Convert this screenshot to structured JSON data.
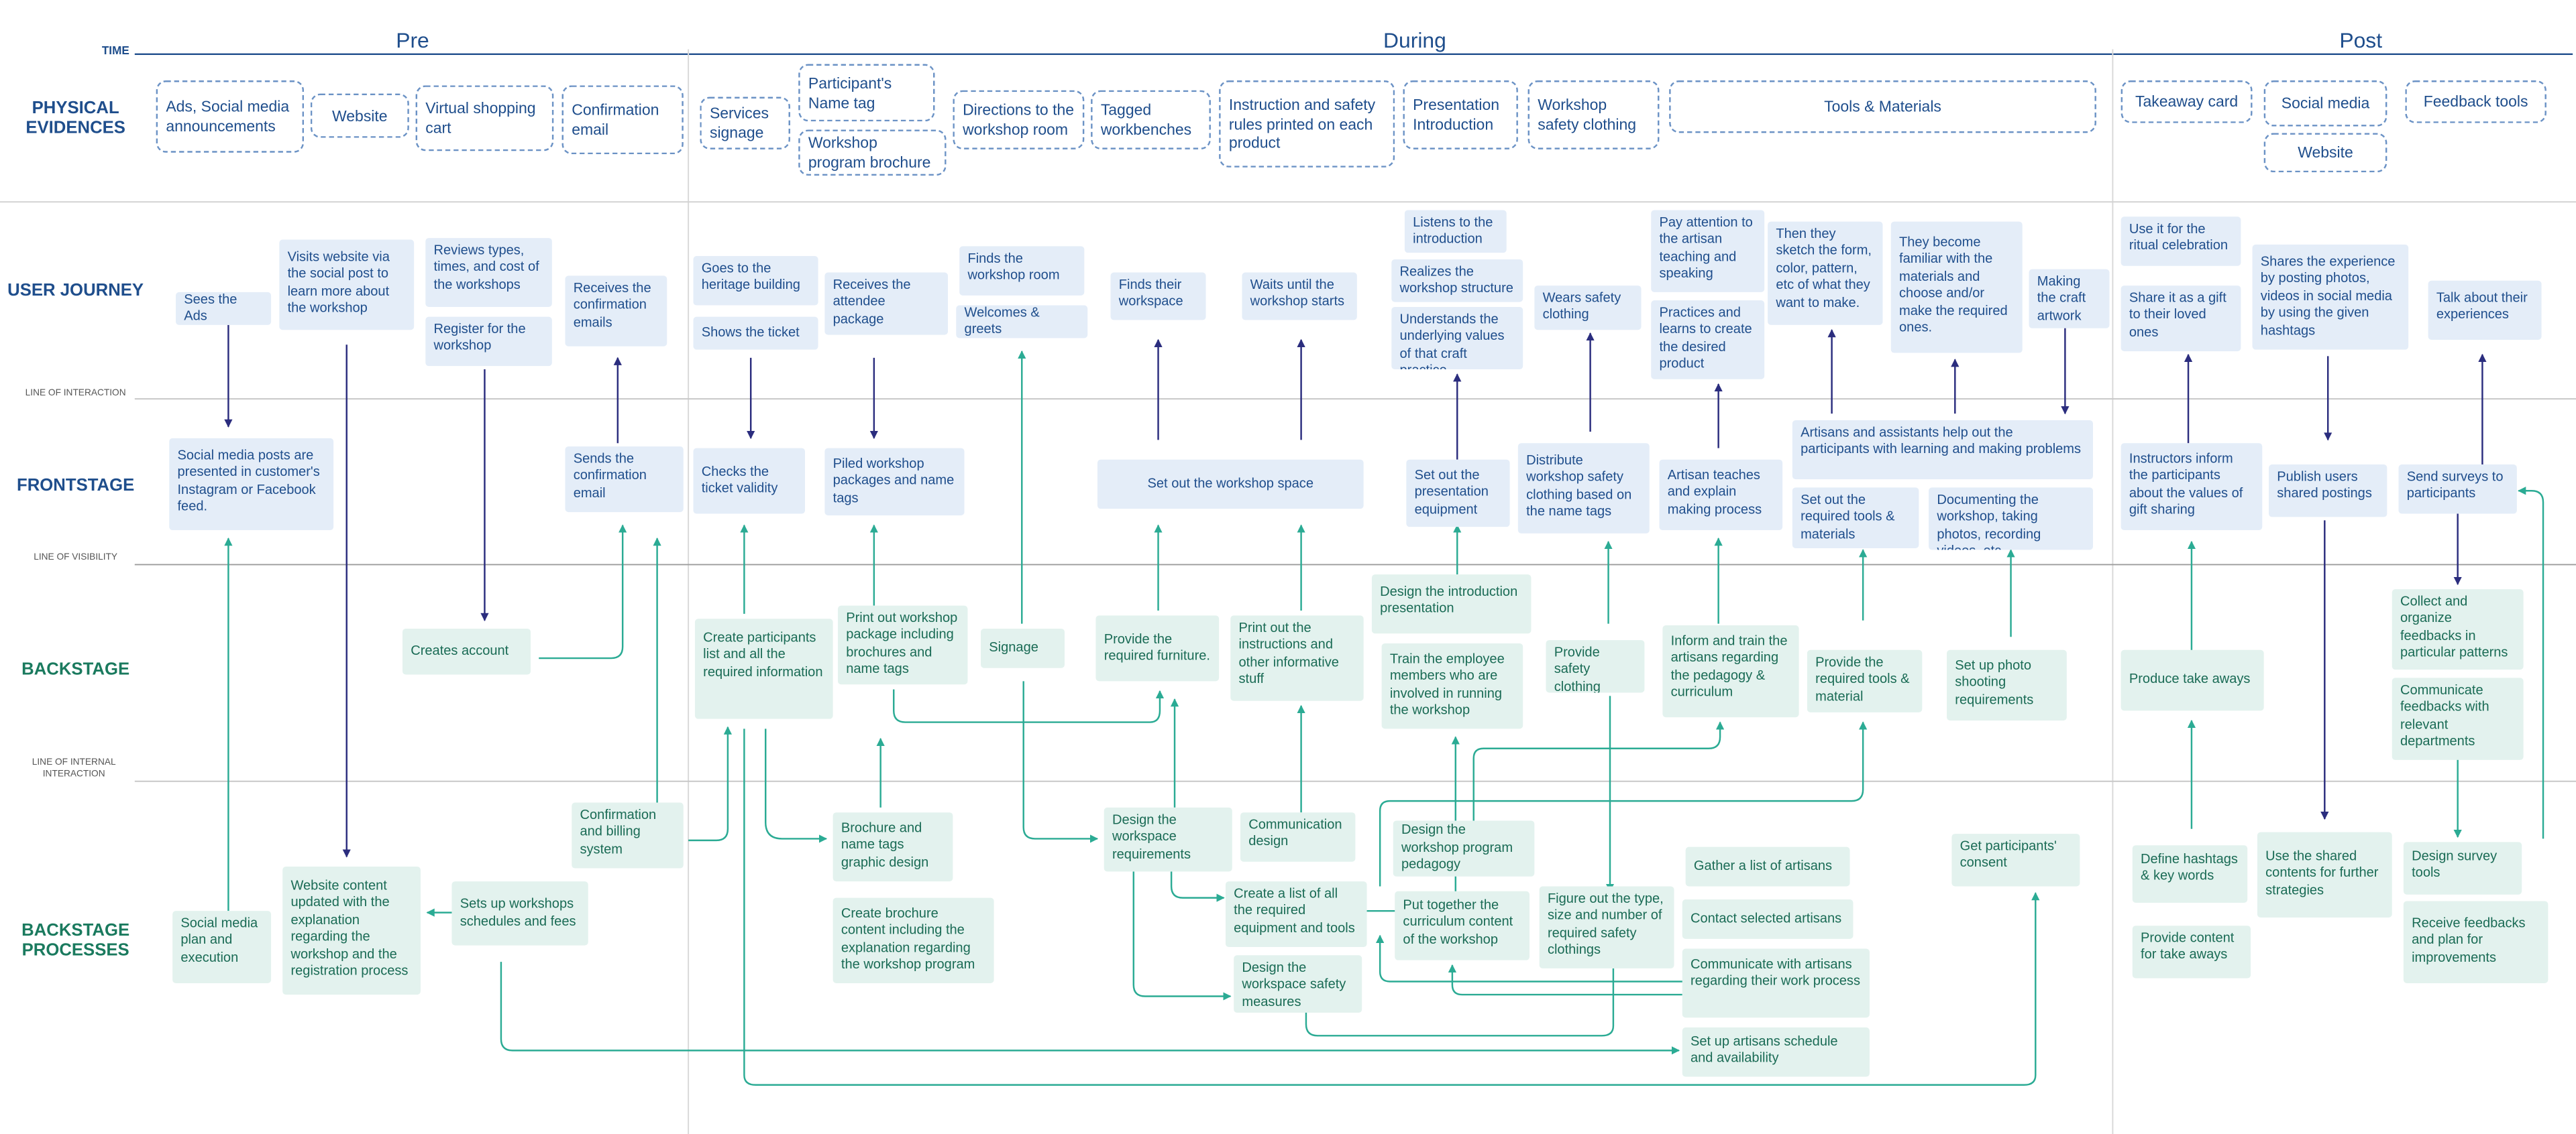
{
  "colors": {
    "user_accent": "#1f4e8c",
    "backstage_accent": "#1a7a5e",
    "user_card": "#e4edf8",
    "backstage_card": "#e3f2ee",
    "connector_teal": "#2bab94",
    "connector_navy": "#2b2d7e"
  },
  "phases": {
    "pre": "Pre",
    "during": "During",
    "post": "Post",
    "time_label": "TIME"
  },
  "lanes": {
    "physical": "PHYSICAL EVIDENCES",
    "user_journey": "USER JOURNEY",
    "frontstage": "FRONTSTAGE",
    "backstage": "BACKSTAGE",
    "processes": "BACKSTAGE PROCESSES"
  },
  "rules": {
    "interaction": "LINE OF INTERACTION",
    "visibility": "LINE OF VISIBILITY",
    "internal": "LINE OF INTERNAL INTERACTION"
  },
  "physical": {
    "ads": "Ads, Social media announcements",
    "website": "Website",
    "virtual_cart": "Virtual shopping cart",
    "confirmation_email": "Confirmation email",
    "services_signage": "Services signage",
    "name_tag": "Participant's Name tag",
    "program_brochure": "Workshop program brochure",
    "directions": "Directions to the workshop room",
    "tagged_benches": "Tagged workbenches",
    "safety_rules": "Instruction and safety rules printed on each product",
    "presentation": "Presentation Introduction",
    "safety_clothing": "Workshop safety clothing",
    "tools": "Tools & Materials",
    "takeaway": "Takeaway card",
    "social_media": "Social media",
    "website_post": "Website",
    "feedback_tools": "Feedback tools"
  },
  "user_journey": {
    "sees_ads": "Sees the Ads",
    "visits_website": "Visits website via the social post to learn more about the workshop",
    "reviews_types": "Reviews types, times, and cost of the workshops",
    "register": "Register for the workshop",
    "receives_email": "Receives the confirmation emails",
    "goes_heritage": "Goes to the heritage building",
    "shows_ticket": "Shows the ticket",
    "receives_package": "Receives the attendee package",
    "finds_room": "Finds the workshop room",
    "welcomes": "Welcomes & greets",
    "finds_workspace": "Finds their workspace",
    "waits": "Waits until the workshop starts",
    "listens": "Listens to the introduction",
    "realizes": "Realizes the workshop structure",
    "understands": "Understands the underlying values of that craft practice",
    "wears_clothing": "Wears safety clothing",
    "pay_attention": "Pay attention to the artisan teaching and speaking",
    "practices": "Practices and learns to create the desired product",
    "sketch": "Then they sketch the form, color, pattern, etc of what they want to make.",
    "familiar": "They become familiar with the materials and choose and/or make the required ones.",
    "making_artwork": "Making the craft artwork",
    "ritual": "Use it for the ritual celebration",
    "gift": "Share it as a gift to their loved ones",
    "shares_experience": "Shares the experience by posting photos, videos in social media by using the given hashtags",
    "talk": "Talk about their experiences"
  },
  "frontstage": {
    "social_posts": "Social media posts are presented in customer's Instagram or Facebook feed.",
    "sends_email": "Sends the confirmation email",
    "checks_ticket": "Checks the ticket validity",
    "piled_packages": "Piled workshop packages and name tags",
    "set_workspace": "Set out the workshop space",
    "set_presentation": "Set out the presentation equipment",
    "distribute_clothing": "Distribute workshop safety clothing based on the name tags",
    "artisan_teaches": "Artisan teaches and explain making process",
    "artisans_help": "Artisans and assistants help out the participants with learning and making problems",
    "set_tools": "Set out the required tools & materials",
    "documenting": "Documenting the workshop, taking photos, recording videos, etc.",
    "instructors_inform": "Instructors inform the participants about the values of gift sharing",
    "publish_users": "Publish users shared postings",
    "send_surveys": "Send surveys to participants"
  },
  "backstage": {
    "creates_account": "Creates account",
    "create_list": "Create participants list and all the required information",
    "print_package": "Print out workshop package including brochures and name tags",
    "signage": "Signage",
    "provide_furniture": "Provide the required furniture.",
    "print_instructions": "Print out the instructions and other informative stuff",
    "design_intro": "Design the introduction presentation",
    "train_employee": "Train the employee members who are involved in running the workshop",
    "provide_clothing": "Provide safety clothing",
    "train_artisans": "Inform and train the artisans regarding the pedagogy & curriculum",
    "provide_tools": "Provide the required tools & material",
    "photo_requirements": "Set up photo shooting requirements",
    "produce_takeaways": "Produce take aways",
    "collect_feedback": "Collect and organize feedbacks in particular patterns",
    "communicate_feedback": "Communicate feedbacks with relevant departments"
  },
  "processes": {
    "social_plan": "Social media plan and execution",
    "website_content": "Website content updated with the explanation regarding the workshop and the registration process",
    "schedules_fees": "Sets up workshops schedules and fees",
    "billing": "Confirmation and billing system",
    "brochure_design": "Brochure and name tags graphic design",
    "brochure_content": "Create brochure content including the explanation regarding the workshop program",
    "design_workspace": "Design the workspace requirements",
    "communication_design": "Communication design",
    "equipment_list": "Create a list of all the required equipment and tools",
    "safety_measures": "Design the workspace safety measures",
    "program_pedagogy": "Design the workshop program pedagogy",
    "curriculum": "Put together the curriculum content of the workshop",
    "figure_clothing": "Figure out the type, size and number of required safety clothings",
    "gather_artisans": "Gather a list of artisans",
    "contact_artisans": "Contact selected artisans",
    "communicate_artisans": "Communicate with artisans regarding their work process",
    "artisans_schedule": "Set up artisans schedule and availability",
    "consent": "Get participants' consent",
    "hashtags": "Define hashtags & key words",
    "content_takeaway": "Provide content for take aways",
    "shared_contents": "Use the shared contents for further strategies",
    "design_survey": "Design survey tools",
    "receive_feedbacks": "Receive feedbacks and plan for improvements"
  }
}
